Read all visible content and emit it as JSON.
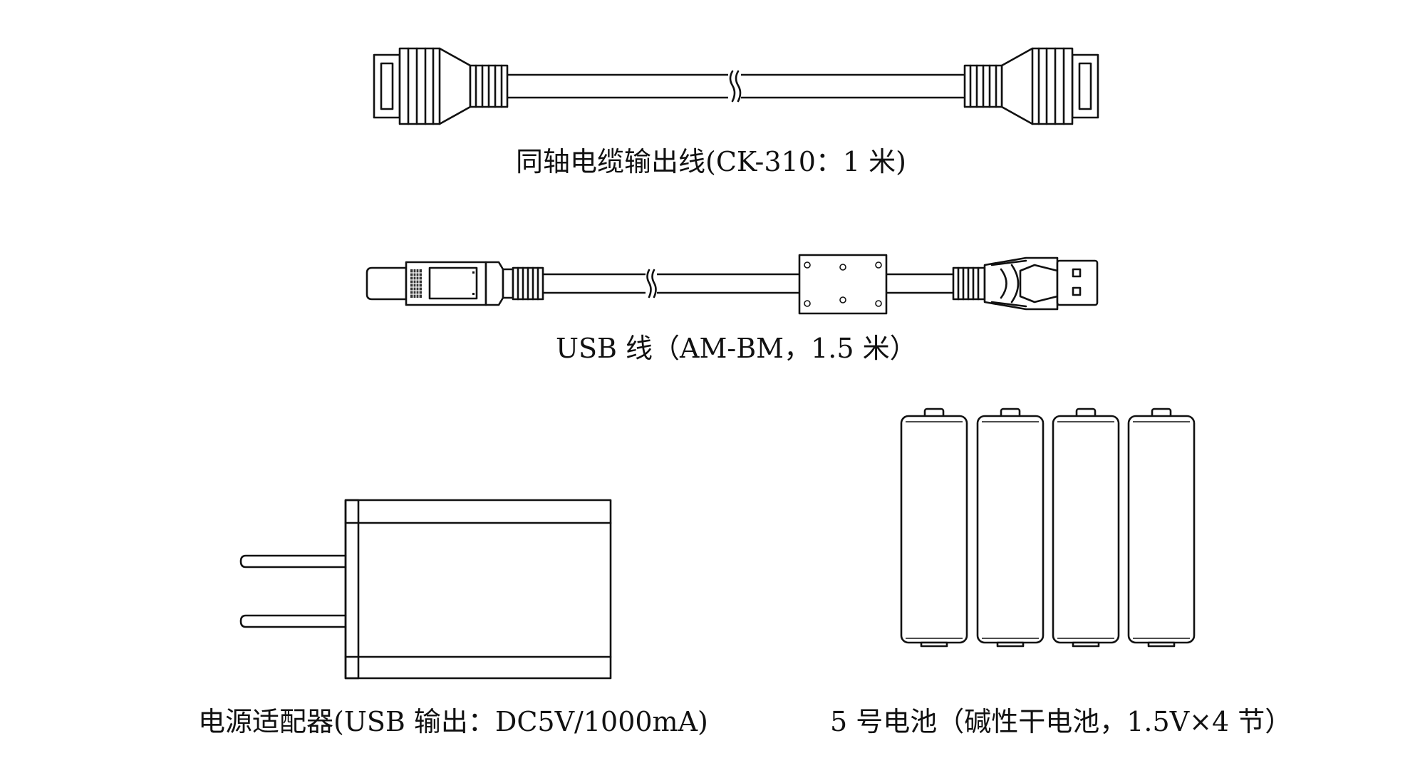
{
  "figure": {
    "items": [
      {
        "id": "coax",
        "caption": "同轴电缆输出线(CK-310：1 米)"
      },
      {
        "id": "usb",
        "caption": "USB 线（AM-BM，1.5 米）"
      },
      {
        "id": "adapter",
        "caption": "电源适配器(USB 输出：DC5V/1000mA)"
      },
      {
        "id": "battery",
        "caption": "5 号电池（碱性干电池，1.5V×4 节）"
      }
    ]
  }
}
